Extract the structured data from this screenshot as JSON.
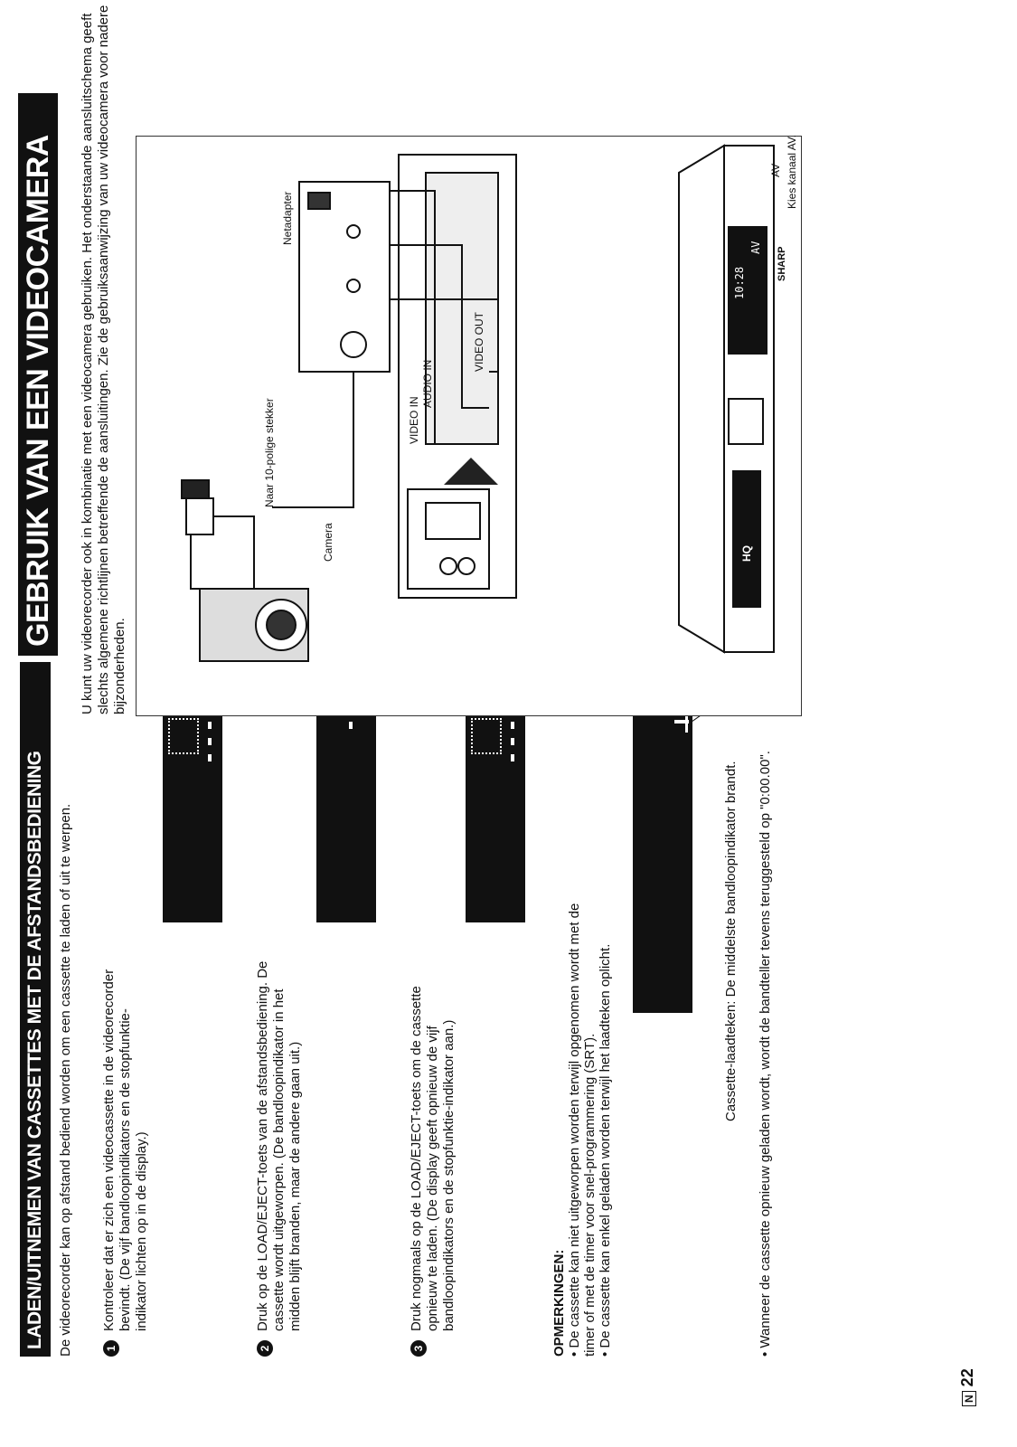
{
  "left_column": {
    "title": "LADEN/UITNEMEN VAN CASSETTES MET DE AFSTANDSBEDIENING",
    "intro": "De videorecorder kan op afstand bediend worden om een cassette te laden of uit te werpen.",
    "steps": [
      {
        "num": "1",
        "text": "Kontroleer dat er zich een videocassette in de videorecorder bevindt. (De vijf bandloopindikators en de stopfunktie-indikator lichten op in de display.)"
      },
      {
        "num": "2",
        "text": "Druk op de LOAD/EJECT-toets van de afstandsbediening. De cassette wordt uitgeworpen. (De bandloopindikator in het midden blijft branden, maar de andere gaan uit.)"
      },
      {
        "num": "3",
        "text": "Druk nogmaals op de LOAD/EJECT-toets om de cassette opnieuw te laden. (De display geeft opnieuw de vijf bandloopindikators en de stopfunktie-indikator aan.)"
      }
    ],
    "notes_title": "OPMERKINGEN:",
    "notes": [
      "De cassette kan niet uitgeworpen worden terwijl opgenomen wordt met de timer of met de timer voor snel-programmering (SRT).",
      "De cassette kan enkel geladen worden terwijl het laadteken oplicht."
    ],
    "caption": "Cassette-laadteken: De middelste bandloopindikator brandt.",
    "final_note": "Wanneer de cassette opnieuw geladen wordt, wordt de bandteller tevens teruggesteld op \"0:00.00\"."
  },
  "right_column": {
    "title": "GEBRUIK VAN EEN VIDEOCAMERA",
    "intro": "U kunt uw videorecorder ook in kombinatie met een videocamera gebruiken. Het onderstaande aansluitschema geeft slechts algemene richtlijnen betreffende de aansluitingen. Zie de gebruiksaanwijzing van uw videocamera voor nadere bijzonderheden.",
    "diagram": {
      "camera": "Camera",
      "plug": "Naar 10-polige stekker",
      "adapter": "Netadapter",
      "video_in": "VIDEO IN",
      "audio_in": "AUDIO IN",
      "video_out": "VIDEO OUT",
      "av_label": "AV",
      "channel_caption": "Kies kanaal AV.",
      "brand": "SHARP",
      "hq": "HQ",
      "display_text": "AV",
      "display_time": "10:28"
    }
  },
  "footer": {
    "lang_badge": "N",
    "page_number": "22"
  }
}
